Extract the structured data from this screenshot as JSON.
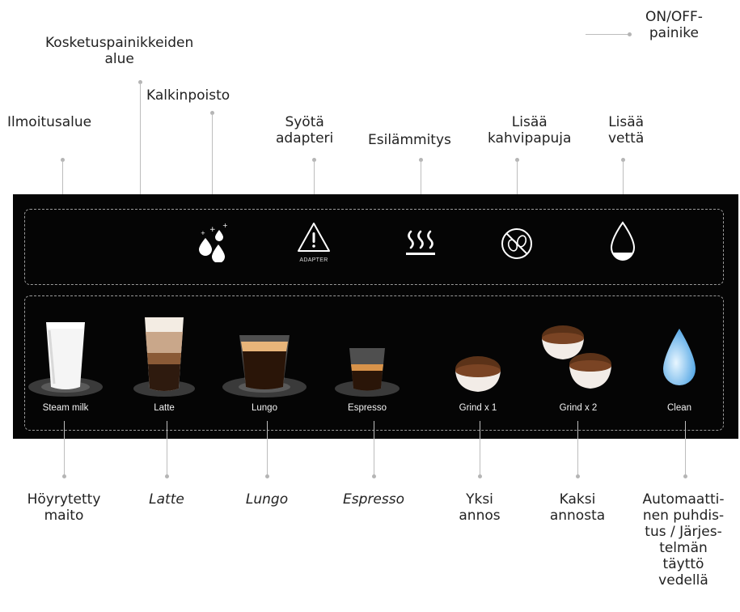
{
  "top_callouts": {
    "on_off": [
      "ON/OFF-",
      "painike"
    ],
    "touch_area": [
      "Kosketuspainikkeiden",
      "alue"
    ],
    "descaling": "Kalkinpoisto",
    "notification_area": "Ilmoitusalue",
    "insert_adapter": [
      "Syötä",
      "adapteri"
    ],
    "preheating": "Esilämmitys",
    "add_beans": [
      "Lisää",
      "kahvipapuja"
    ],
    "add_water": [
      "Lisää",
      "vettä"
    ]
  },
  "panel": {
    "adapter_icon_text": "ADAPTER",
    "buttons": [
      {
        "label": "Steam milk",
        "icon": "milk-glass"
      },
      {
        "label": "Latte",
        "icon": "latte-glass"
      },
      {
        "label": "Lungo",
        "icon": "lungo-glass"
      },
      {
        "label": "Espresso",
        "icon": "espresso-glass"
      },
      {
        "label": "Grind x 1",
        "icon": "ground-coffee-bowl"
      },
      {
        "label": "Grind x 2",
        "icon": "two-ground-coffee-bowls"
      },
      {
        "label": "Clean",
        "icon": "water-drop"
      }
    ]
  },
  "bottom_callouts": {
    "steam_milk": [
      "Höyrytetty",
      "maito"
    ],
    "latte": "Latte",
    "lungo": "Lungo",
    "espresso": "Espresso",
    "grind1": [
      "Yksi",
      "annos"
    ],
    "grind2": [
      "Kaksi",
      "annosta"
    ],
    "clean": [
      "Automaatti-",
      "nen puhdis-",
      "tus / Järjes-",
      "telmän",
      "täyttö",
      "vedellä"
    ]
  },
  "colors": {
    "panel": "#050505",
    "dashed_border": "#9a9a9a",
    "leader": "#bdbdbd",
    "label": "#222222"
  }
}
